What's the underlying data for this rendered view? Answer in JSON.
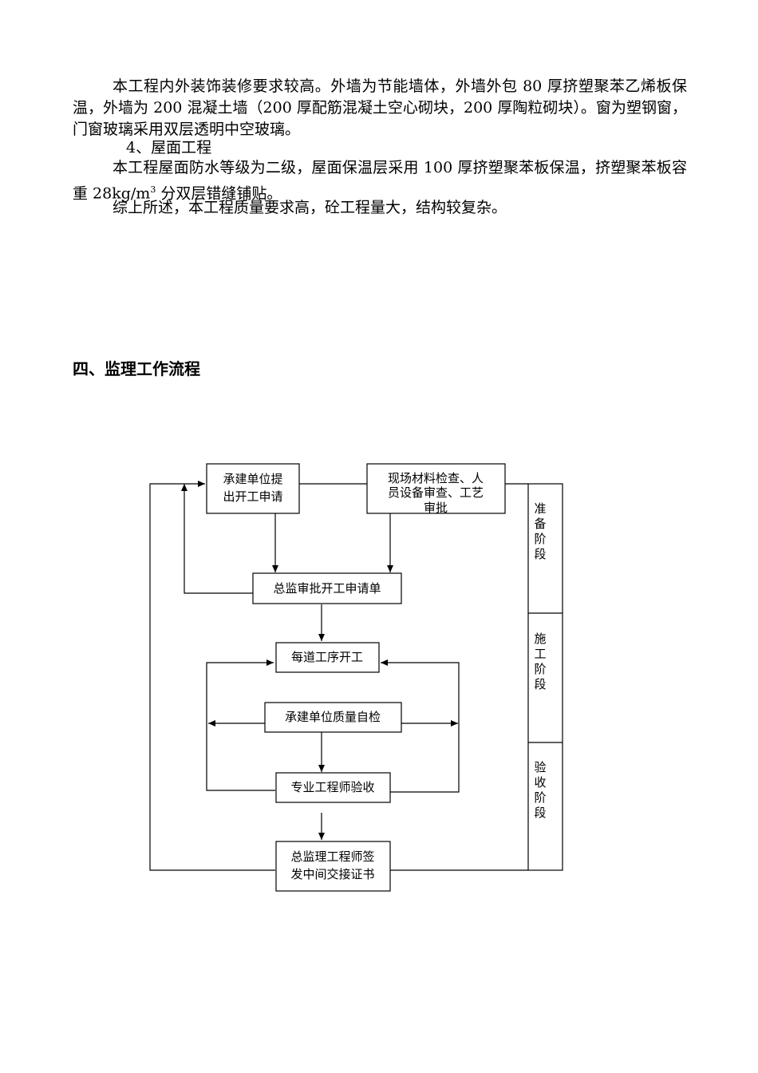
{
  "paragraphs": {
    "p1": "本工程内外装饰装修要求较高。外墙为节能墙体，外墙外包 80 厚挤塑聚苯乙烯板保温，外墙为 200 混凝土墙（200 厚配筋混凝土空心砌块，200 厚陶粒砌块）。窗为塑钢窗，门窗玻璃采用双层透明中空玻璃。",
    "sub_heading": "4、屋面工程",
    "p2_before": "本工程屋面防水等级为二级，屋面保温层采用 100 厚挤塑聚苯板保温，挤塑聚苯板容重 28kg/m",
    "p2_sup": "3",
    "p2_after": " 分双层错缝铺贴。",
    "p3": "综上所述，本工程质量要求高，砼工程量大，结构较复杂。"
  },
  "section_heading": "四、监理工作流程",
  "flowchart": {
    "box1": [
      "承建单位提",
      "出开工申请"
    ],
    "box2": [
      "现场材料检查、人",
      "员设备审查、工艺",
      "审批"
    ],
    "box3": "总监审批开工申请单",
    "box4": "每道工序开工",
    "box5": "承建单位质量自检",
    "box6": "专业工程师验收",
    "box7": [
      "总监理工程师签",
      "发中间交接证书"
    ],
    "stage_prep": [
      "准",
      "备",
      "阶",
      "段"
    ],
    "stage_construct": [
      "施",
      "工",
      "阶",
      "段"
    ],
    "stage_accept": [
      "验",
      "收",
      "阶",
      "段"
    ]
  }
}
